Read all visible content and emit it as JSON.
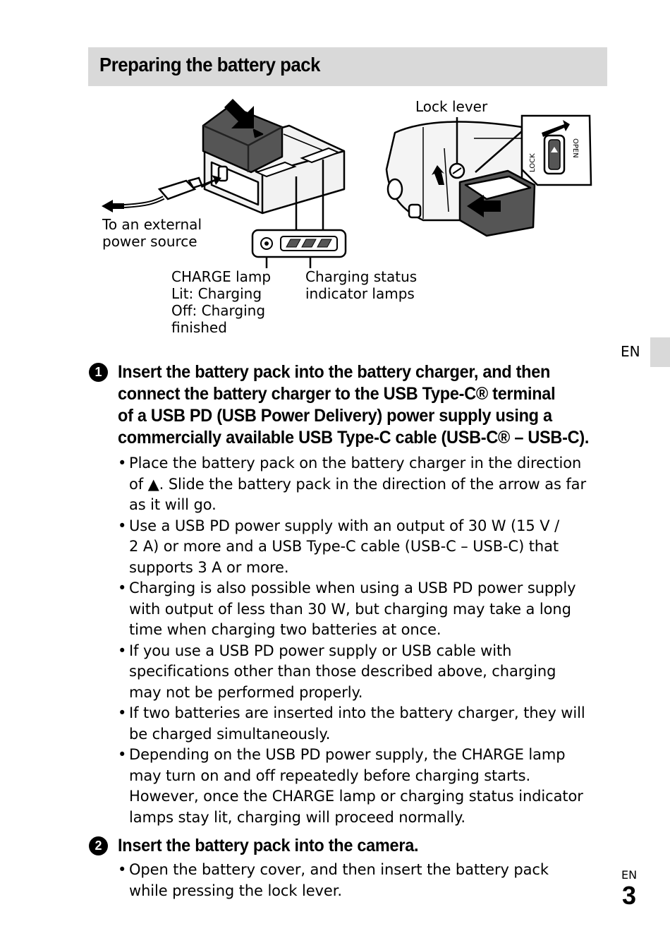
{
  "section": {
    "title": "Preparing the battery pack"
  },
  "diagram": {
    "labels": {
      "external_power_line1": "To an external",
      "external_power_line2": "power source",
      "lock_lever": "Lock lever",
      "charge_lamp_line1": "CHARGE lamp",
      "charge_lamp_line2": "Lit: Charging",
      "charge_lamp_line3": "Off: Charging",
      "charge_lamp_line4": "finished",
      "status_line1": "Charging status",
      "status_line2": "indicator lamps",
      "open_mark": "OPEN",
      "lock_mark": "LOCK"
    }
  },
  "side_tab": {
    "lang": "EN"
  },
  "steps": [
    {
      "number": "1",
      "heading_lines": [
        "Insert the battery pack into the battery charger, and then",
        "connect the battery charger to the USB Type-C® terminal",
        "of a USB PD (USB Power Delivery) power supply using a",
        "commercially available USB Type-C cable (USB-C® – USB-C)."
      ],
      "bullets": [
        [
          "Place the battery pack on the battery charger in the direction",
          "of ▲. Slide the battery pack in the direction of the arrow as far",
          "as it will go."
        ],
        [
          "Use a USB PD power supply with an output of 30 W (15 V /",
          "2 A) or more and a USB Type-C cable (USB-C – USB-C) that",
          "supports 3 A or more."
        ],
        [
          "Charging is also possible when using a USB PD power supply",
          "with output of less than 30 W, but charging may take a long",
          "time when charging two batteries at once."
        ],
        [
          "If you use a USB PD power supply or USB cable with",
          "specifications other than those described above, charging",
          "may not be performed properly."
        ],
        [
          "If two batteries are inserted into the battery charger, they will",
          "be charged simultaneously."
        ],
        [
          "Depending on the USB PD power supply, the CHARGE lamp",
          "may turn on and off repeatedly before charging starts.",
          "However, once the CHARGE lamp or charging status indicator",
          "lamps stay lit, charging will proceed normally."
        ]
      ]
    },
    {
      "number": "2",
      "heading_lines": [
        "Insert the battery pack into the camera."
      ],
      "bullets": [
        [
          "Open the battery cover, and then insert the battery pack",
          "while pressing the lock lever."
        ]
      ]
    }
  ],
  "footer": {
    "lang": "EN",
    "page_number": "3"
  }
}
